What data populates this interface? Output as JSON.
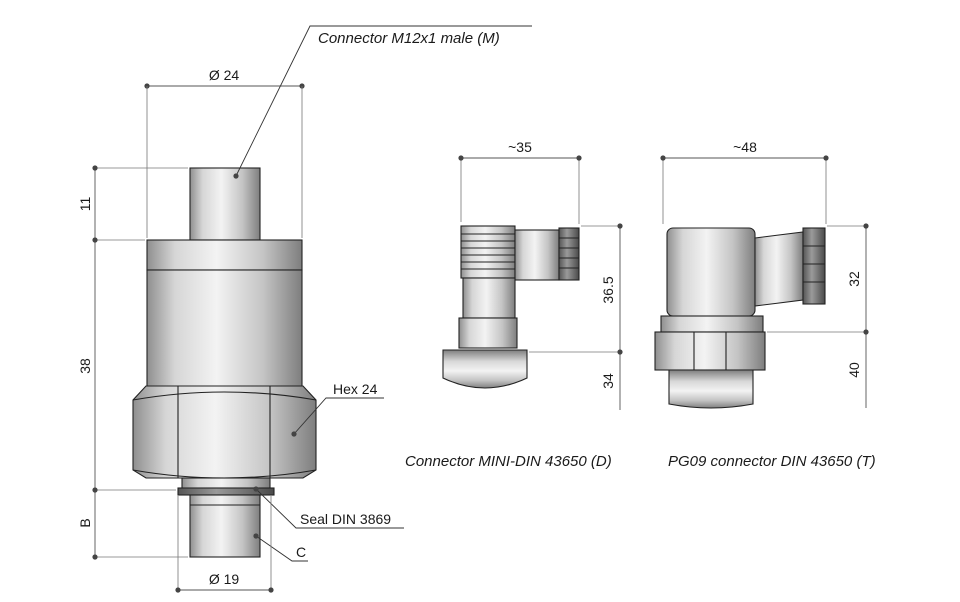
{
  "diagram": {
    "labels": {
      "connector_m12": "Connector M12x1 male (M)",
      "dia_24": "Ø 24",
      "dim_11": "11",
      "dim_38": "38",
      "dim_b": "B",
      "hex_24": "Hex 24",
      "seal": "Seal DIN 3869",
      "c": "C",
      "dia_19": "Ø 19",
      "width_35": "~35",
      "dim_36_5": "36.5",
      "dim_34": "34",
      "caption_d": "Connector MINI-DIN 43650 (D)",
      "width_48": "~48",
      "dim_32": "32",
      "dim_40": "40",
      "caption_t": "PG09 connector DIN 43650 (T)"
    }
  }
}
